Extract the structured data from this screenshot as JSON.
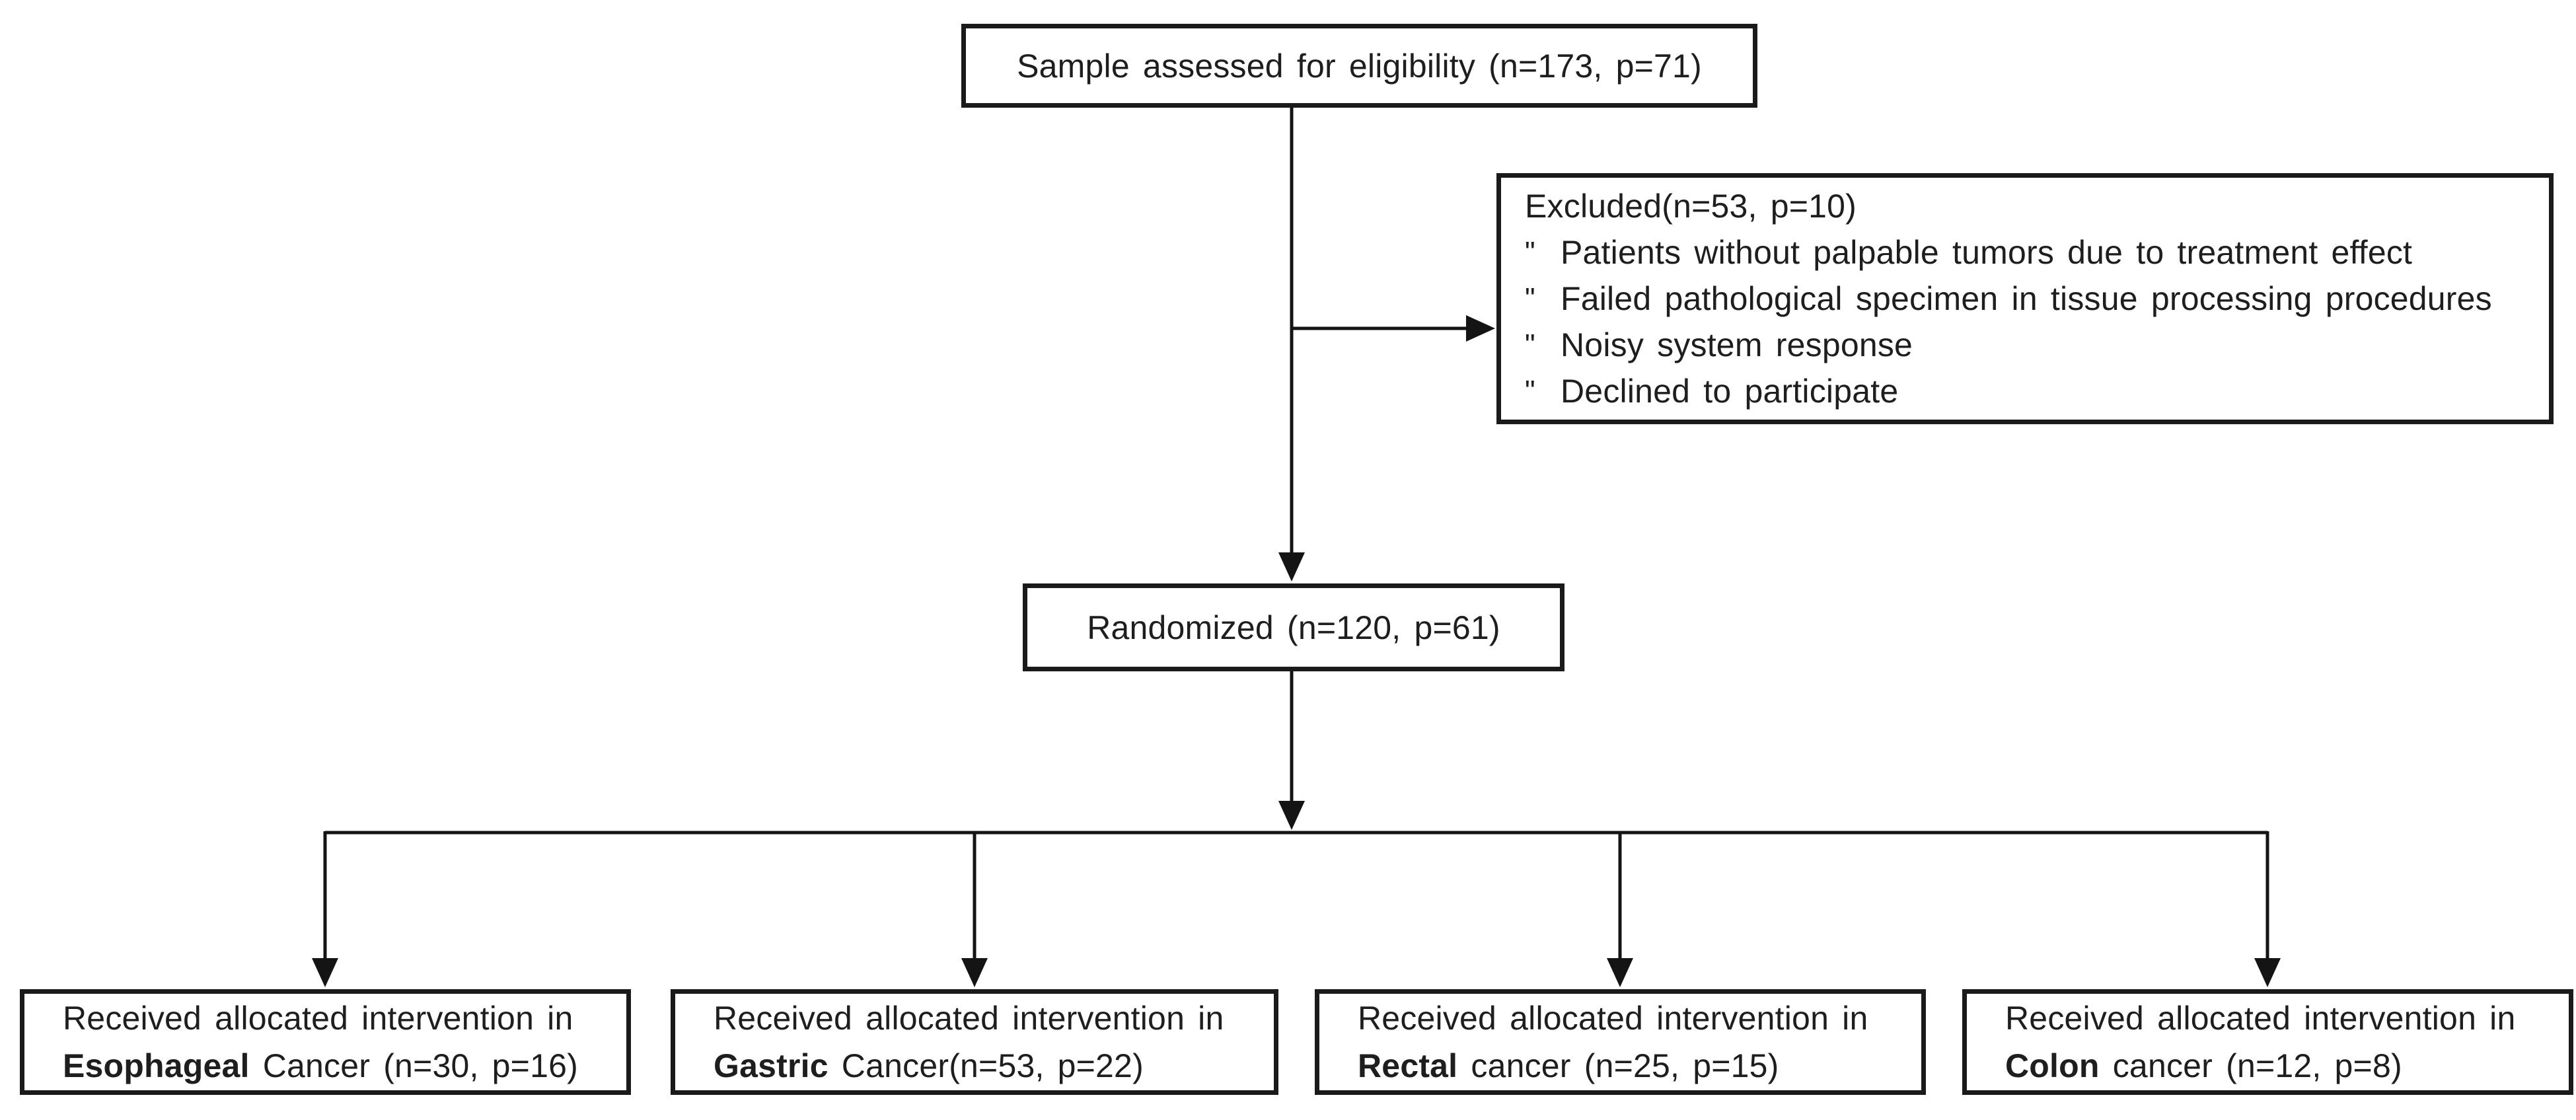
{
  "diagram": {
    "eligibility": {
      "label": "Sample assessed for eligibility (n=173, p=71)"
    },
    "excluded": {
      "title": "Excluded(n=53, p=10)",
      "bullet": "\"",
      "items": [
        "Patients without palpable tumors due to treatment effect",
        "Failed pathological specimen in tissue processing procedures",
        "Noisy system response",
        "Declined to participate"
      ]
    },
    "randomized": {
      "label": "Randomized (n=120, p=61)"
    },
    "allocations": [
      {
        "line1": "Received allocated intervention in",
        "bold": "Esophageal",
        "rest": " Cancer (n=30, p=16)"
      },
      {
        "line1": "Received allocated intervention in",
        "bold": "Gastric",
        "rest": " Cancer(n=53, p=22)"
      },
      {
        "line1": "Received allocated intervention in",
        "bold": "Rectal",
        "rest": " cancer (n=25, p=15)"
      },
      {
        "line1": "Received allocated intervention in",
        "bold": "Colon",
        "rest": " cancer (n=12, p=8)"
      }
    ],
    "colors": {
      "line": "#141414",
      "border": "#1a1a1a",
      "text": "#1e1e1e",
      "background": "#ffffff"
    }
  }
}
